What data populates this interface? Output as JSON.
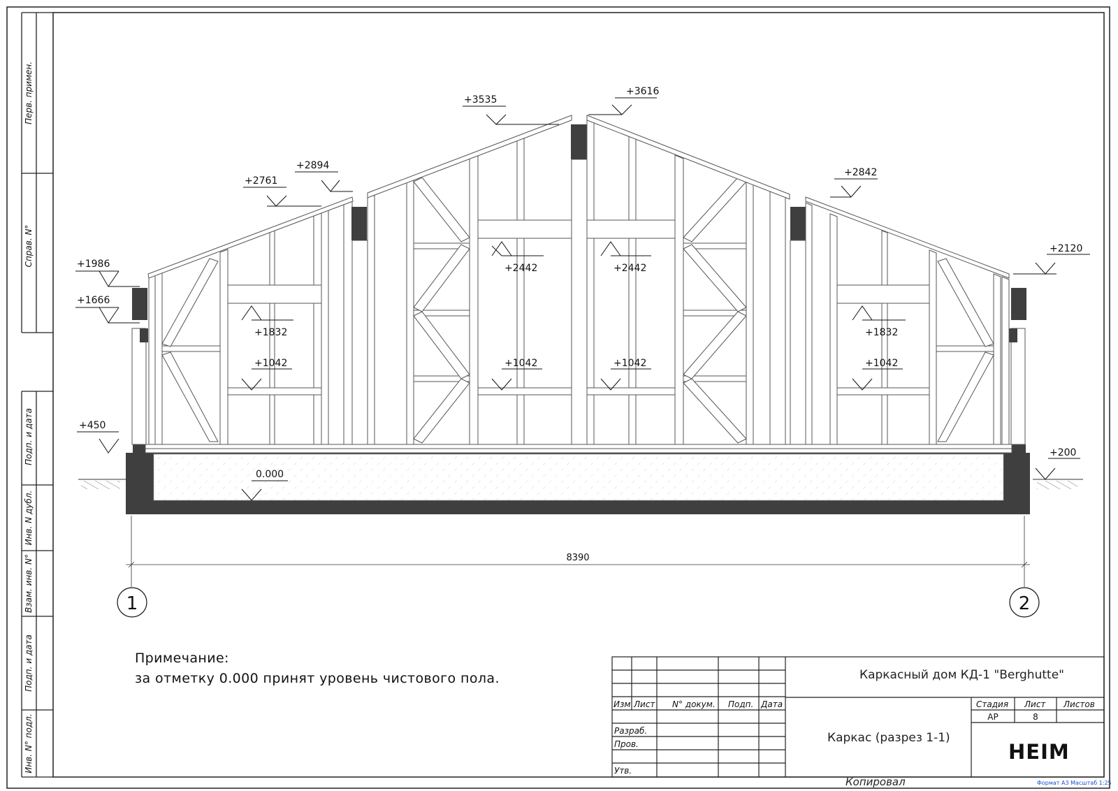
{
  "side_stamp": [
    "Перв. примен.",
    "Справ. N°",
    "Подп. и дата",
    "Инв. N дубл.",
    "Взам. инв. N°",
    "Подп. и дата",
    "Инв. N° подл."
  ],
  "elevations": {
    "roof_left_eave": "+1986",
    "top_beam_left": "+1666",
    "plinth_left": "+450",
    "roof_left_mid": "+2761",
    "roof_left_high": "+2894",
    "ridge_left": "+3535",
    "ridge_right": "+3616",
    "roof_right_mid": "+2842",
    "roof_right_eave": "+2120",
    "plinth_right": "+200",
    "floor": "0.000",
    "beam_2442_a": "+2442",
    "beam_2442_b": "+2442",
    "beam_1832_left": "+1832",
    "beam_1832_right": "+1832",
    "beam_1042_a": "+1042",
    "beam_1042_b": "+1042",
    "beam_1042_c": "+1042",
    "beam_1042_d": "+1042"
  },
  "dimension": "8390",
  "axes": [
    "1",
    "2"
  ],
  "note": {
    "title": "Примечание:",
    "text": "за отметку 0.000 принят уровень чистового пола."
  },
  "title_block": {
    "headers": [
      "Изм",
      "Лист",
      "N° докум.",
      "Подп.",
      "Дата"
    ],
    "roles": [
      "Разраб.",
      "Пров.",
      "Утв."
    ],
    "project": "Каркасный дом КД-1 \"Berghutte\"",
    "sheet_title": "Каркас (разрез 1-1)",
    "stage_label": "Стадия",
    "sheet_label": "Лист",
    "sheets_label": "Листов",
    "stage": "АР",
    "sheet": "8",
    "sheets": "",
    "logo": "HEIM",
    "copied": "Копировал",
    "format": "Формат  А3  Масштаб 1:25"
  }
}
